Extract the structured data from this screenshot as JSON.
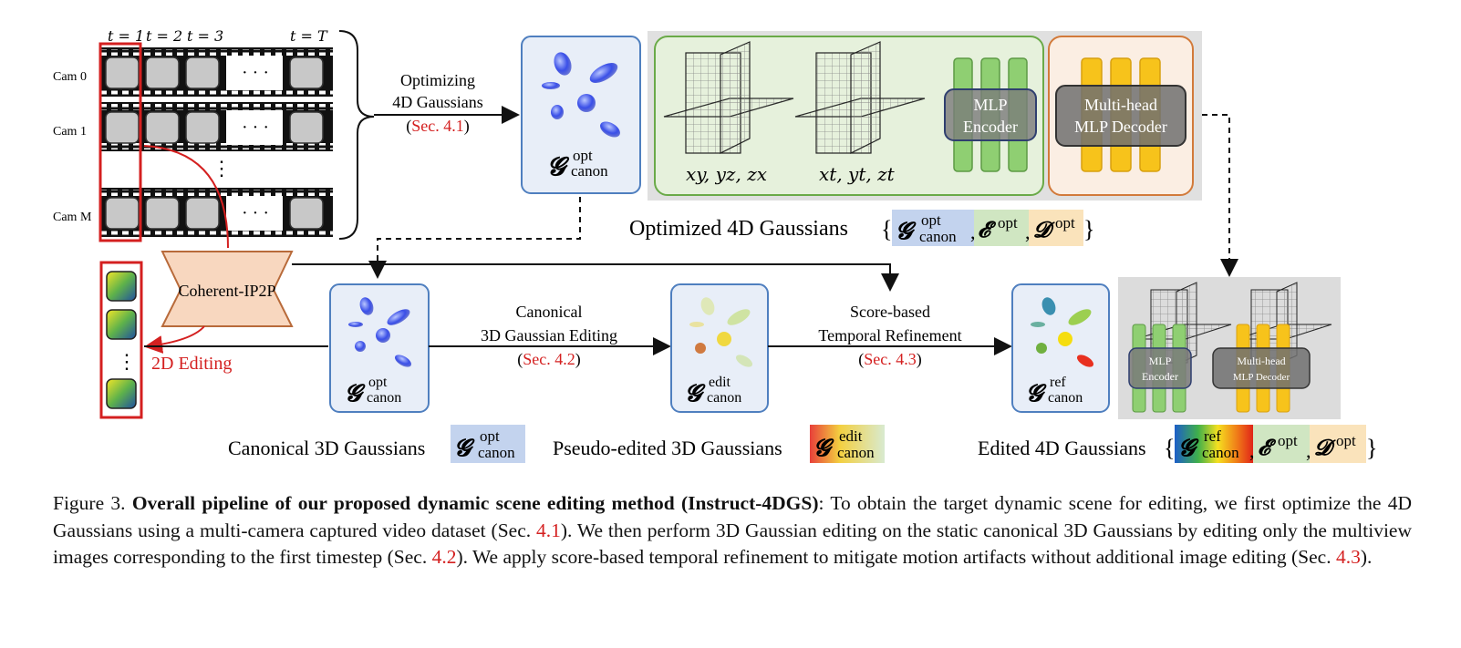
{
  "diagram": {
    "time_labels": [
      "t = 1",
      "t = 2",
      "t = 3",
      "t = T"
    ],
    "camera_labels": [
      "Cam 0",
      "Cam 1",
      "Cam M"
    ],
    "ellipsis": "· · ·",
    "vertical_ellipsis": "⋮",
    "optimize_label": {
      "line1": "Optimizing",
      "line2": "4D Gaussians",
      "sec_open": "(",
      "sec_ref": "Sec. 4.1",
      "sec_close": ")"
    },
    "g_canon_opt": {
      "base": "𝓖",
      "sup": "opt",
      "sub": "canon"
    },
    "g_canon_edit": {
      "base": "𝓖",
      "sup": "edit",
      "sub": "canon"
    },
    "g_canon_ref": {
      "base": "𝓖",
      "sup": "ref",
      "sub": "canon"
    },
    "plane_labels": [
      "xy, yz, zx",
      "xt, yt, zt"
    ],
    "mlp_encoder": {
      "line1": "MLP",
      "line2": "Encoder"
    },
    "mlp_decoder": {
      "line1": "Multi-head",
      "line2": "MLP Decoder"
    },
    "optimized_caption": {
      "text": "Optimized 4D Gaussians",
      "e_sup": "opt",
      "d_sup": "opt"
    },
    "coherent_ip2p": "Coherent-IP2P",
    "editing_2d": "2D Editing",
    "canonical_editing": {
      "line1": "Canonical",
      "line2": "3D Gaussian Editing",
      "sec_open": "(",
      "sec_ref": "Sec. 4.2",
      "sec_close": ")"
    },
    "temporal_refinement": {
      "line1": "Score-based",
      "line2": "Temporal Refinement",
      "sec_open": "(",
      "sec_ref": "Sec. 4.3",
      "sec_close": ")"
    },
    "bottom_labels": {
      "canonical": "Canonical 3D Gaussians",
      "pseudo": "Pseudo-edited 3D Gaussians",
      "edited": "Edited 4D Gaussians"
    },
    "mini_encoder": {
      "line1": "MLP",
      "line2": "Encoder"
    },
    "mini_decoder": {
      "line1": "Multi-head",
      "line2": "MLP Decoder"
    },
    "E": "𝓔",
    "D": "𝓓",
    "colors": {
      "red": "#d42020",
      "blue_box": "#e8eef8",
      "green_box": "#e6f1dc",
      "orange_box": "#fbeee3",
      "mlp_green": "#8fcf72",
      "mlp_yellow": "#f7c31b"
    }
  },
  "caption": {
    "figure": "Figure 3.",
    "bold": "Overall pipeline of our proposed dynamic scene editing method (Instruct-4DGS)",
    "part1": ": To obtain the target dynamic scene for editing, we first optimize the 4D Gaussians using a multi-camera captured video dataset (Sec. ",
    "ref1": "4.1",
    "part2": "). We then perform 3D Gaussian editing on the static canonical 3D Gaussians by editing only the multiview images corresponding to the first timestep (Sec. ",
    "ref2": "4.2",
    "part3": "). We apply score-based temporal refinement to mitigate motion artifacts without additional image editing (Sec. ",
    "ref3": "4.3",
    "part4": ")."
  }
}
